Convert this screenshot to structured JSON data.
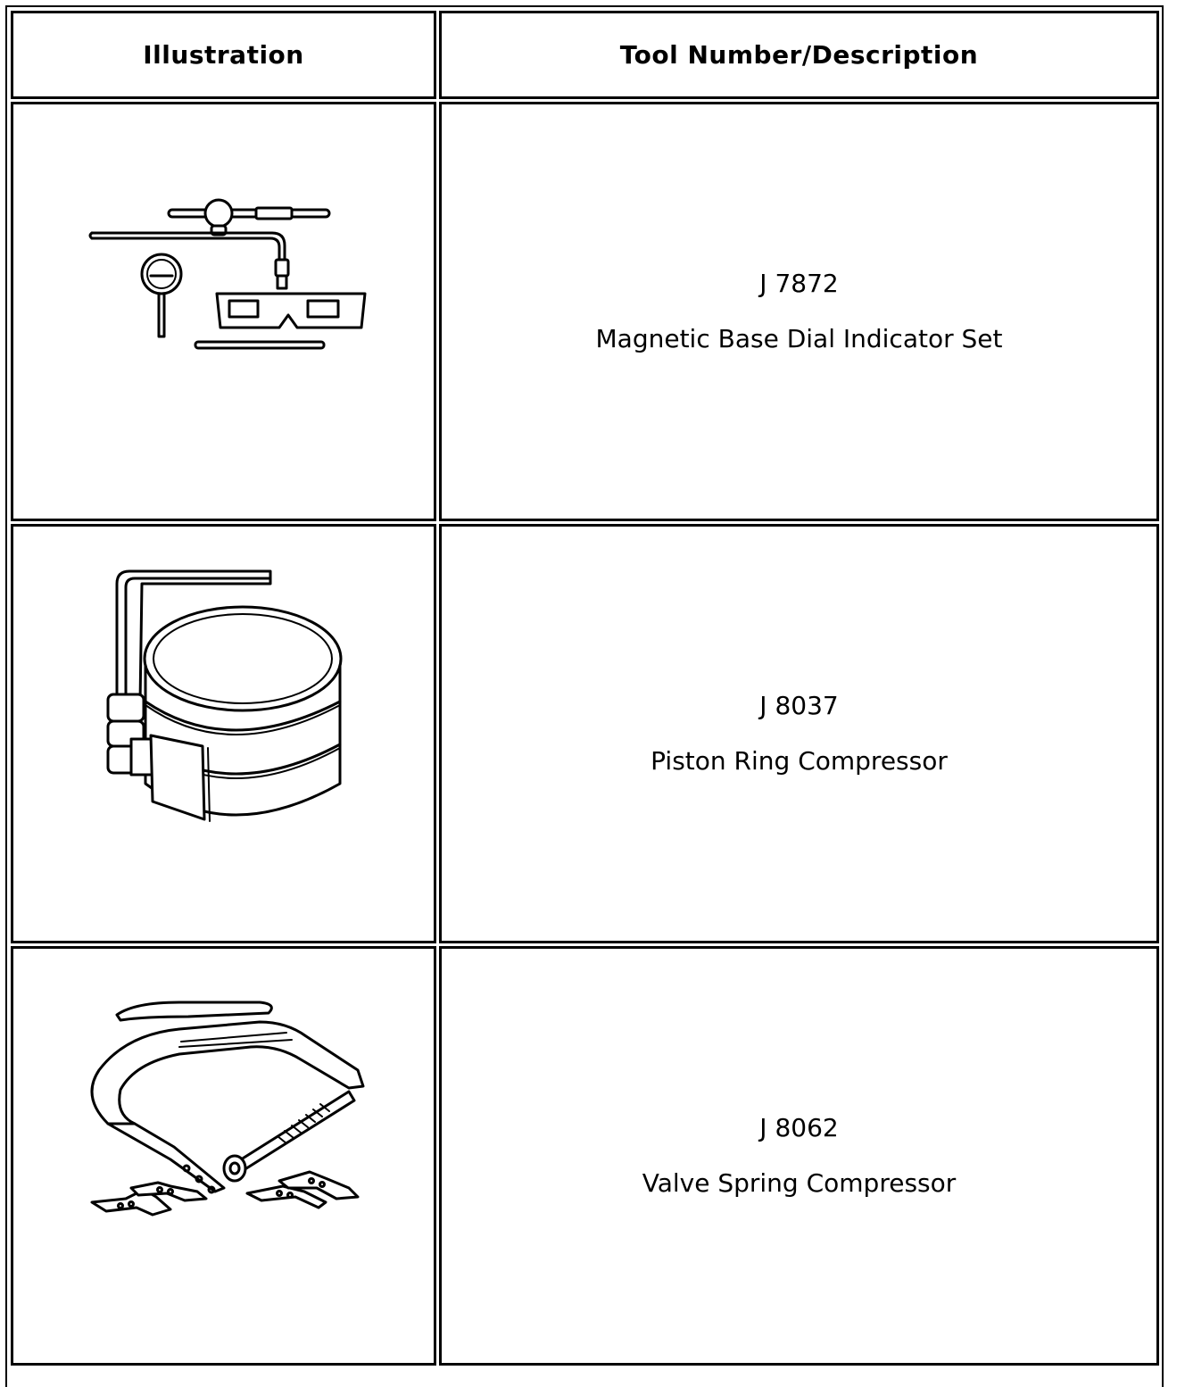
{
  "table": {
    "headers": {
      "illustration": "Illustration",
      "tool": "Tool Number/Description"
    },
    "rows": [
      {
        "tool_number": "J 7872",
        "description": "Magnetic Base Dial Indicator Set",
        "illustration_icon": "magnetic-base-dial-indicator-icon"
      },
      {
        "tool_number": "J 8037",
        "description": "Piston Ring Compressor",
        "illustration_icon": "piston-ring-compressor-icon"
      },
      {
        "tool_number": "J 8062",
        "description": "Valve Spring Compressor",
        "illustration_icon": "valve-spring-compressor-icon"
      }
    ]
  }
}
